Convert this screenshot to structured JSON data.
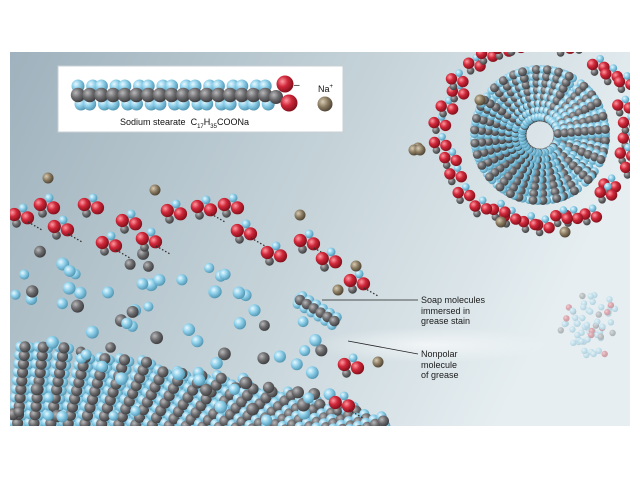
{
  "inset": {
    "compound_name": "Sodium stearate",
    "formula": {
      "c": "C",
      "c_sub": "17",
      "h": "H",
      "h_sub": "35",
      "tail": "COONa"
    },
    "ion_symbol": "Na",
    "ion_charge": "+",
    "carboxylate_charge": "–"
  },
  "labels": {
    "soap": [
      "Soap molecules",
      "immersed in",
      "grease stain"
    ],
    "grease": [
      "Nonpolar",
      "molecule",
      "of grease"
    ]
  },
  "colors": {
    "hydrogen": "#8fcfe6",
    "carbon": "#6e6e70",
    "oxygen": "#c8202e",
    "sodium": "#8a7b62",
    "background_left": "#a9b9c2",
    "background_right": "#e3ecef"
  }
}
